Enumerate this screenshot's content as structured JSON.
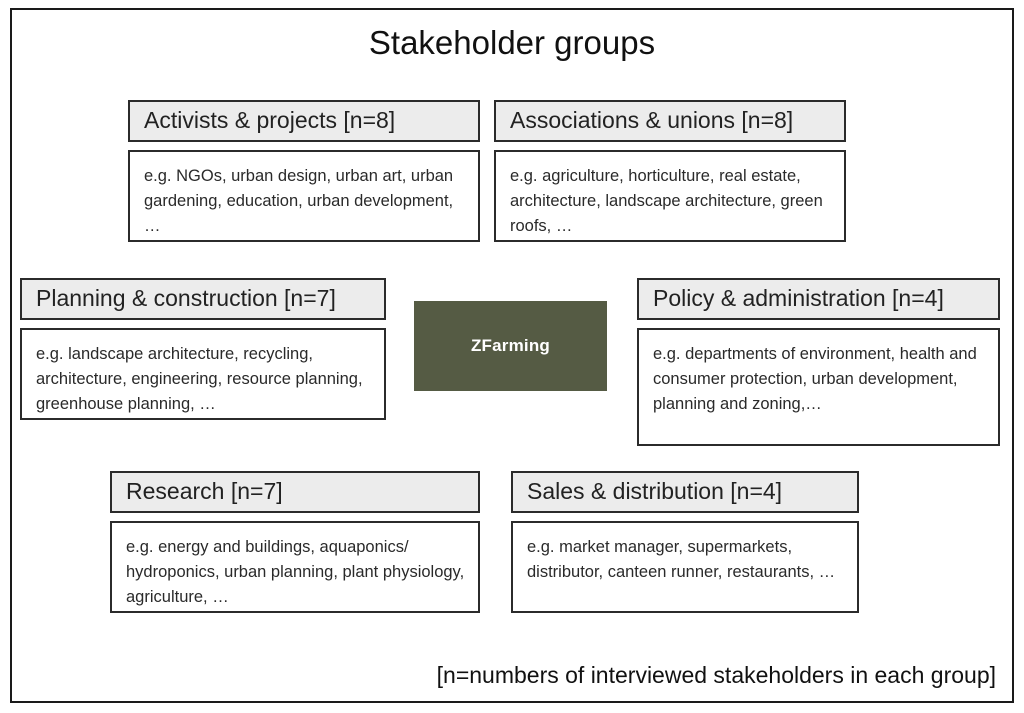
{
  "figure": {
    "title": "Stakeholder groups",
    "footnote": "[n=numbers of interviewed stakeholders in each group]",
    "center_node": {
      "label": "ZFarming",
      "fill_color": "#555b44",
      "text_color": "#ffffff"
    },
    "colors": {
      "header_fill": "#ececec",
      "border": "#2b2b2b",
      "frame": "#1a1a1a",
      "body_fill": "#ffffff",
      "text": "#222222"
    }
  },
  "groups": [
    {
      "id": "activists",
      "header": "Activists & projects [n=8]",
      "name": "Activists & projects",
      "n": 8,
      "examples": "e.g. NGOs, urban design, urban art, urban gardening, education, urban development, …"
    },
    {
      "id": "associations",
      "header": "Associations & unions [n=8]",
      "name": "Associations & unions",
      "n": 8,
      "examples": "e.g. agriculture, horticulture, real estate, architecture, landscape architecture, green roofs, …"
    },
    {
      "id": "planning",
      "header": "Planning & construction [n=7]",
      "name": "Planning & construction",
      "n": 7,
      "examples": "e.g. landscape architecture, recycling, architecture, engineering, resource planning, greenhouse planning, …"
    },
    {
      "id": "policy",
      "header": "Policy & administration [n=4]",
      "name": "Policy & administration",
      "n": 4,
      "examples": "e.g. departments of environment, health and consumer protection, urban development, planning and zoning,…"
    },
    {
      "id": "research",
      "header": "Research [n=7]",
      "name": "Research",
      "n": 7,
      "examples": "e.g. energy and buildings, aquaponics/ hydroponics, urban planning, plant physiology, agriculture, …"
    },
    {
      "id": "sales",
      "header": "Sales & distribution [n=4]",
      "name": "Sales & distribution",
      "n": 4,
      "examples": "e.g. market manager, supermarkets, distributor, canteen runner, restaurants, …"
    }
  ]
}
